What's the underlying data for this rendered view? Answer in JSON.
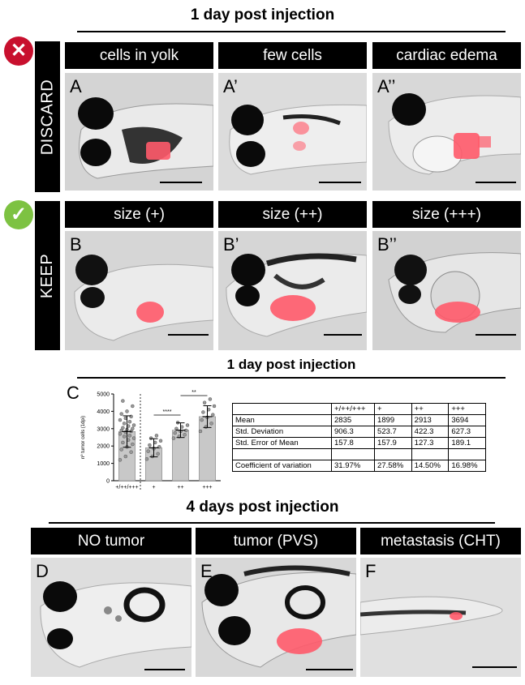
{
  "headers": {
    "top": "1 day post injection",
    "middle": "1 day post injection",
    "bottom": "4 days post injection"
  },
  "row_labels": {
    "discard": "DISCARD",
    "keep": "KEEP"
  },
  "badges": {
    "discard": "✕",
    "keep": "✓",
    "discard_color": "#c8102e",
    "keep_color": "#7dc242"
  },
  "panels": {
    "row1": [
      {
        "title": "cells in yolk",
        "letter": "A"
      },
      {
        "title": "few cells",
        "letter": "A’"
      },
      {
        "title": "cardiac edema",
        "letter": "A’’"
      }
    ],
    "row2": [
      {
        "title": "size (+)",
        "letter": "B"
      },
      {
        "title": "size (++)",
        "letter": "B’"
      },
      {
        "title": "size (+++)",
        "letter": "B’’"
      }
    ],
    "row3": [
      {
        "title": "NO tumor",
        "letter": "D"
      },
      {
        "title": "tumor (PVS)",
        "letter": "E"
      },
      {
        "title": "metastasis (CHT)",
        "letter": "F"
      }
    ]
  },
  "chart_panel_letter": "C",
  "chart_data": {
    "type": "bar",
    "ylabel": "nº tumor cells (1dpi)",
    "ylim": [
      0,
      5000
    ],
    "yticks": [
      0,
      1000,
      2000,
      3000,
      4000,
      5000
    ],
    "categories": [
      "+/++/+++",
      "+",
      "++",
      "+++"
    ],
    "values": [
      2835,
      1899,
      2913,
      3694
    ],
    "sd": [
      906.3,
      523.7,
      422.3,
      627.3
    ],
    "significance": [
      {
        "from": "+",
        "to": "++",
        "label": "****"
      },
      {
        "from": "++",
        "to": "+++",
        "label": "**"
      }
    ],
    "points": [
      [
        1200,
        1400,
        1650,
        1800,
        1950,
        2100,
        2200,
        2350,
        2450,
        2550,
        2600,
        2700,
        2800,
        2850,
        2900,
        2950,
        3000,
        3050,
        3150,
        3200,
        3300,
        3400,
        3500,
        3600,
        3700,
        3850,
        4000,
        4300,
        4600
      ],
      [
        1250,
        1400,
        1550,
        1700,
        1850,
        1950,
        2050,
        2200,
        2300,
        2450,
        2600
      ],
      [
        2450,
        2550,
        2650,
        2750,
        2850,
        2900,
        3000,
        3100,
        3200,
        3350
      ],
      [
        2850,
        3100,
        3300,
        3500,
        3650,
        3800,
        3950,
        4100,
        4300,
        4500,
        4700
      ]
    ],
    "bar_color": "#c8c8c8"
  },
  "stats_table": {
    "header": [
      "",
      "+/++/+++",
      "+",
      "++",
      "+++"
    ],
    "rows": [
      [
        "Mean",
        "2835",
        "1899",
        "2913",
        "3694"
      ],
      [
        "Std. Deviation",
        "906.3",
        "523.7",
        "422.3",
        "627.3"
      ],
      [
        "Std. Error of Mean",
        "157.8",
        "157.9",
        "127.3",
        "189.1"
      ],
      [
        "",
        "",
        "",
        "",
        ""
      ],
      [
        "Coefficient of variation",
        "31.97%",
        "27.58%",
        "14.50%",
        "16.98%"
      ]
    ]
  }
}
